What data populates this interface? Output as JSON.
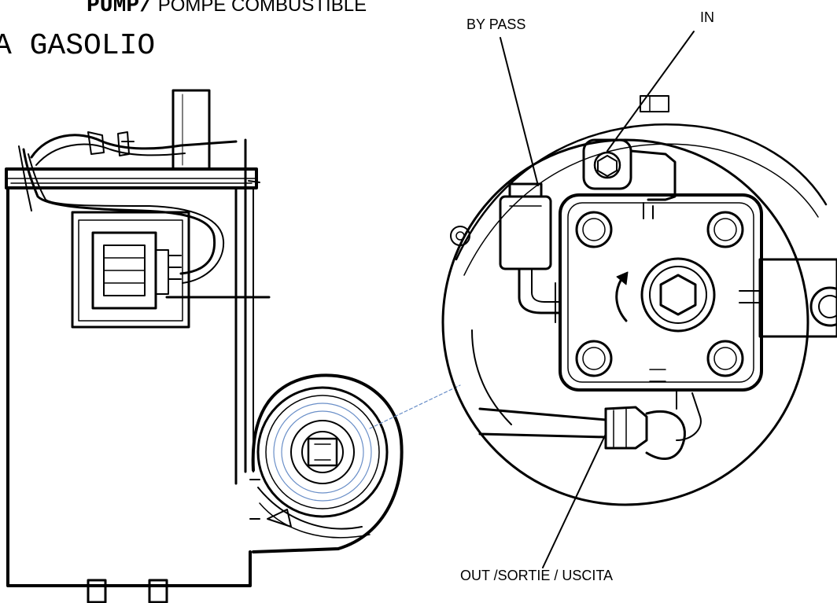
{
  "title": {
    "pump": "PUMP",
    "slash": "/",
    "fr": " POMPE COMBUSTIBLE",
    "it": "A GASOLIO"
  },
  "callouts": {
    "bypass": "BY PASS",
    "in": "IN",
    "out": "OUT /SORTIE / USCITA"
  },
  "colors": {
    "line": "#000000",
    "leader_blue": "#6a8fc8"
  }
}
